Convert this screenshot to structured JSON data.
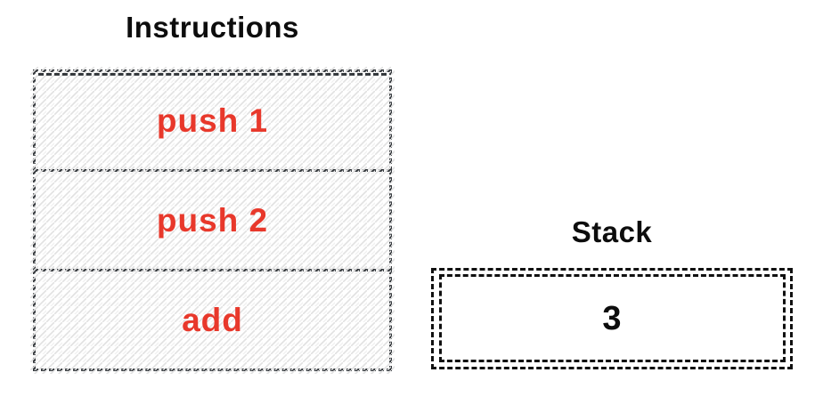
{
  "diagram": {
    "instructions": {
      "title": "Instructions",
      "items": [
        {
          "label": "push 1"
        },
        {
          "label": "push 2"
        },
        {
          "label": "add"
        }
      ]
    },
    "stack": {
      "title": "Stack",
      "items": [
        {
          "label": "3"
        }
      ]
    },
    "colors": {
      "instruction_text": "#e8382b",
      "instruction_border": "#35393d",
      "stack_border": "#101010",
      "title_text": "#0d0d0d",
      "hatch_fill": "#e1e1e1",
      "background": "#ffffff"
    },
    "style": "hand-drawn sketch, dashed borders, diagonal hatch fill on instruction boxes"
  }
}
